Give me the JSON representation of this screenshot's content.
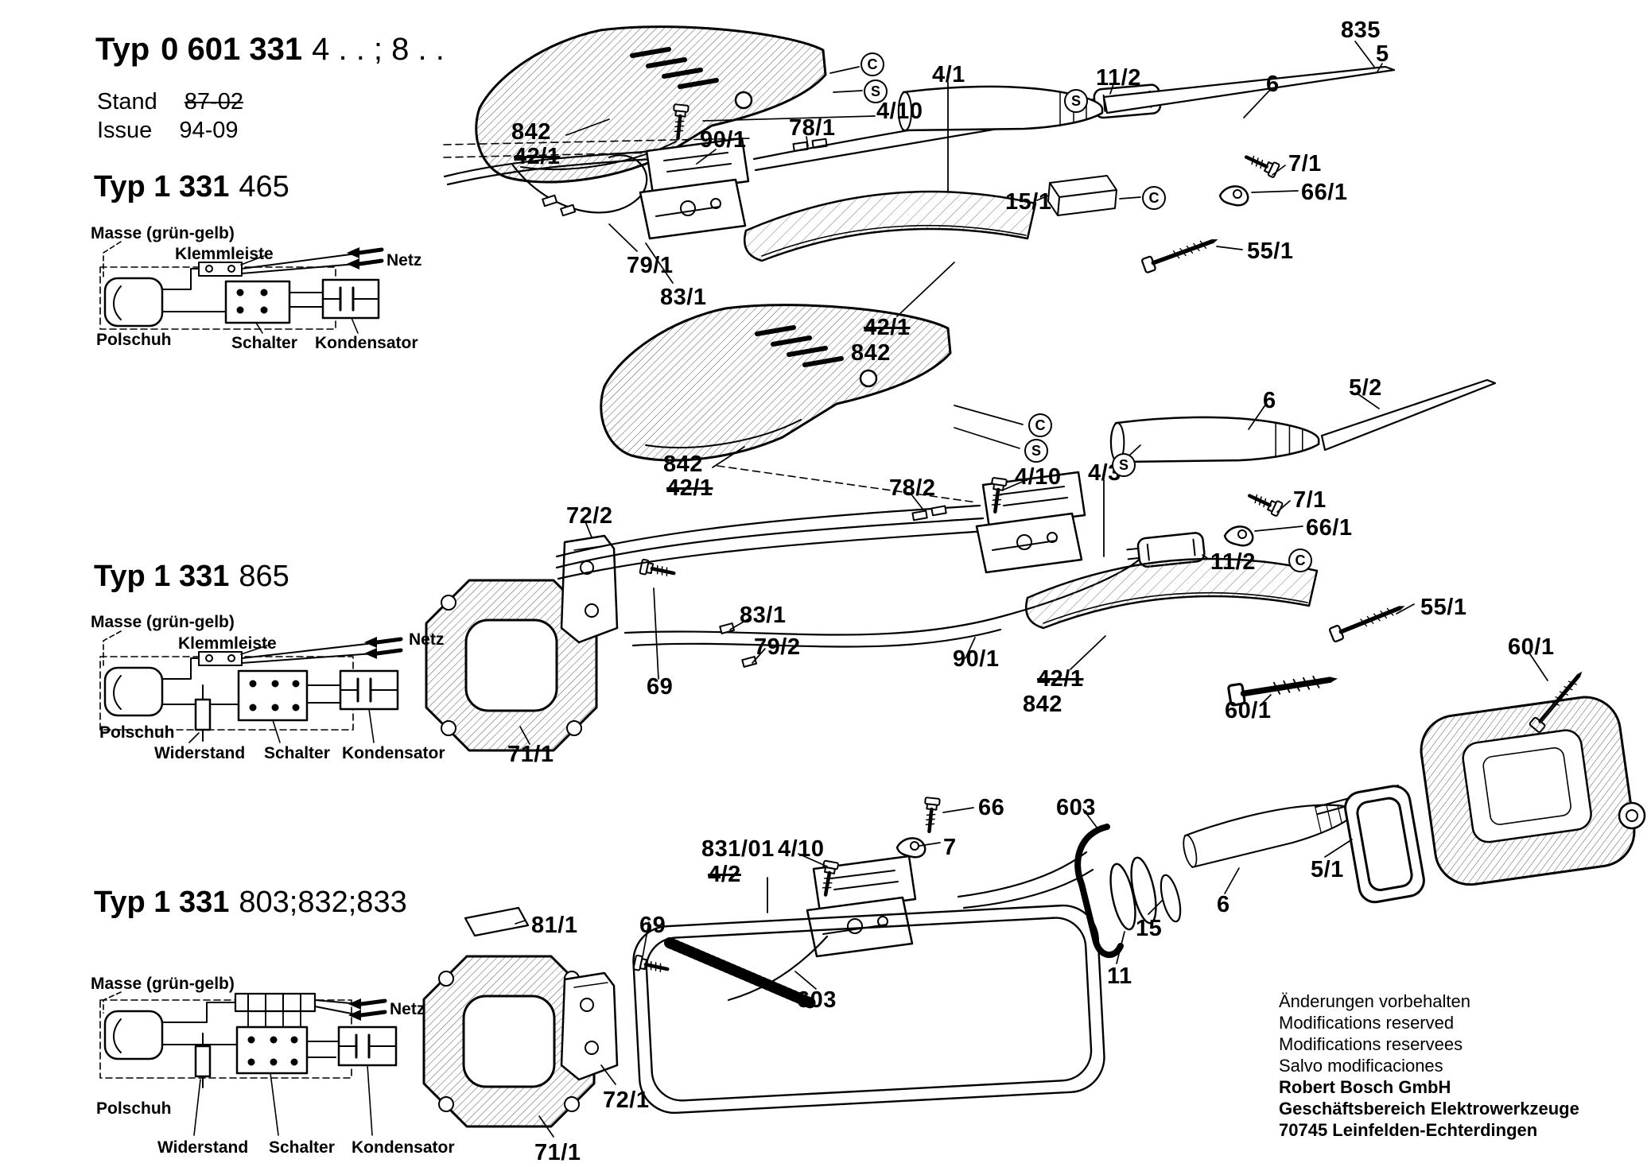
{
  "header": {
    "typ_label": "Typ",
    "typ_number": "0 601 331",
    "typ_suffix": "4 . . ; 8 . .",
    "stand_label": "Stand",
    "stand_value": "87-02",
    "issue_label": "Issue",
    "issue_value": "94-09"
  },
  "sections": {
    "s465": {
      "prefix": "Typ 1 331",
      "variant": "465"
    },
    "s865": {
      "prefix": "Typ 1 331",
      "variant": "865"
    },
    "s803": {
      "prefix": "Typ 1 331",
      "variant": "803;832;833"
    }
  },
  "wiring465": {
    "masse": "Masse (grün-gelb)",
    "klemmleiste": "Klemmleiste",
    "netz": "Netz",
    "polschuh": "Polschuh",
    "schalter": "Schalter",
    "kondensator": "Kondensator"
  },
  "wiring865": {
    "masse": "Masse (grün-gelb)",
    "klemmleiste": "Klemmleiste",
    "netz": "Netz",
    "polschuh": "Polschuh",
    "widerstand": "Widerstand",
    "schalter": "Schalter",
    "kondensator": "Kondensator"
  },
  "wiring803": {
    "masse": "Masse (grün-gelb)",
    "netz": "Netz",
    "polschuh": "Polschuh",
    "widerstand": "Widerstand",
    "schalter": "Schalter",
    "kondensator": "Kondensator"
  },
  "diagram1": {
    "parts": [
      "835",
      "5",
      "4/1",
      "11/2",
      "6",
      "842",
      "42/1",
      "90/1",
      "78/1",
      "4/10",
      "7/1",
      "66/1",
      "15/1",
      "55/1",
      "79/1",
      "83/1",
      "42/1",
      "842"
    ],
    "symbols": [
      "C",
      "S",
      "S",
      "C"
    ]
  },
  "diagram2": {
    "parts": [
      "6",
      "5/2",
      "842",
      "42/1",
      "78/2",
      "4/10",
      "4/3",
      "7/1",
      "66/1",
      "72/2",
      "11/2",
      "55/1",
      "83/1",
      "79/2",
      "90/1",
      "60/1",
      "69",
      "42/1",
      "842",
      "60/1",
      "71/1"
    ],
    "symbols": [
      "C",
      "S",
      "S",
      "C"
    ]
  },
  "diagram3": {
    "parts": [
      "66",
      "603",
      "831/01",
      "4/10",
      "7",
      "4/2",
      "5/1",
      "81/1",
      "69",
      "6",
      "15",
      "603",
      "11",
      "72/1",
      "71/1"
    ]
  },
  "footer": {
    "notes": [
      "Änderungen vorbehalten",
      "Modifications reserved",
      "Modifications reservees",
      "Salvo modificaciones"
    ],
    "company": [
      "Robert Bosch GmbH",
      "Geschäftsbereich Elektrowerkzeuge",
      "70745 Leinfelden-Echterdingen"
    ]
  }
}
